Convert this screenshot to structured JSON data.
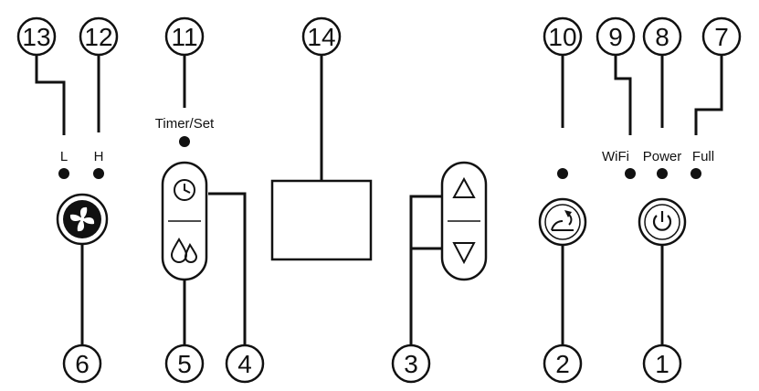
{
  "callouts": [
    "1",
    "2",
    "3",
    "4",
    "5",
    "6",
    "7",
    "8",
    "9",
    "10",
    "11",
    "12",
    "13",
    "14"
  ],
  "labels": {
    "low": "L",
    "high": "H",
    "timer_set": "Timer/Set",
    "wifi": "WiFi",
    "power": "Power",
    "full": "Full"
  },
  "icons": {
    "fan": "fan-icon",
    "timer": "clock-icon",
    "humidity": "water-drops-icon",
    "up": "arrow-up-icon",
    "down": "arrow-down-icon",
    "mode": "mode-icon",
    "power": "power-icon"
  },
  "colors": {
    "ink": "#111111",
    "background": "#ffffff"
  }
}
